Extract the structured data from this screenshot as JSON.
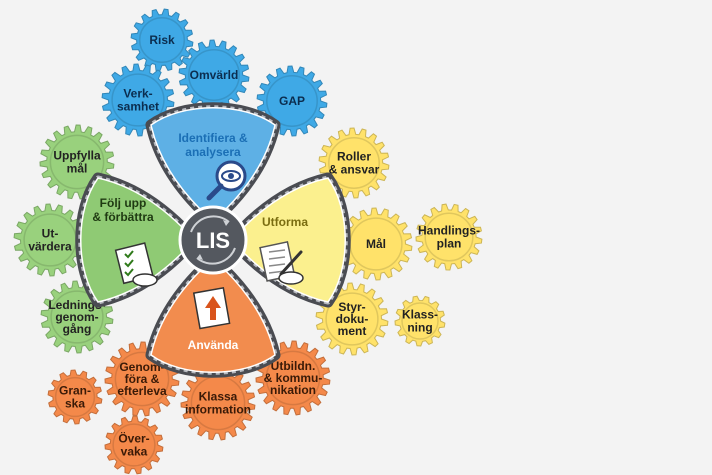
{
  "center": {
    "label": "LIS"
  },
  "petals": [
    {
      "key": "identify",
      "label": "Identifiera &\nanalysera",
      "color": "#5eb0e5",
      "dark": "#1b6fb5",
      "icon": "eye-magnifier-icon"
    },
    {
      "key": "design",
      "label": "Utforma",
      "color": "#fbf08e",
      "dark": "#7a6d10",
      "icon": "pen-paper-icon"
    },
    {
      "key": "use",
      "label": "Använda",
      "color": "#f28c4e",
      "dark": "#ffffff",
      "icon": "document-upload-icon"
    },
    {
      "key": "follow",
      "label": "Följ upp\n& förbättra",
      "color": "#8fca74",
      "dark": "#1f3a12",
      "icon": "checklist-icon"
    }
  ],
  "gear_groups": [
    {
      "key": "identify",
      "fill": "#3fa9e6",
      "items": [
        {
          "label": "Risk"
        },
        {
          "label": "Omvärld"
        },
        {
          "label": "Verk-\nsamhet"
        },
        {
          "label": "GAP"
        }
      ]
    },
    {
      "key": "design",
      "fill": "#ffe26a",
      "items": [
        {
          "label": "Roller\n& ansvar"
        },
        {
          "label": "Mål"
        },
        {
          "label": "Handlings-\nplan"
        },
        {
          "label": "Styr-\ndoku-\nment"
        },
        {
          "label": "Klass-\nning"
        }
      ]
    },
    {
      "key": "use",
      "fill": "#f4894a",
      "items": [
        {
          "label": "Genom-\nföra &\nefterleva"
        },
        {
          "label": "Klassa\ninformation"
        },
        {
          "label": "Utbildn.\n& kommu-\nnikation"
        },
        {
          "label": "Gran-\nska"
        },
        {
          "label": "Över-\nvaka"
        }
      ]
    },
    {
      "key": "follow",
      "fill": "#99d17d",
      "items": [
        {
          "label": "Uppfylla\nmål"
        },
        {
          "label": "Ut-\nvärdera"
        },
        {
          "label": "Lednings-\ngenom-\ngång"
        }
      ]
    }
  ]
}
